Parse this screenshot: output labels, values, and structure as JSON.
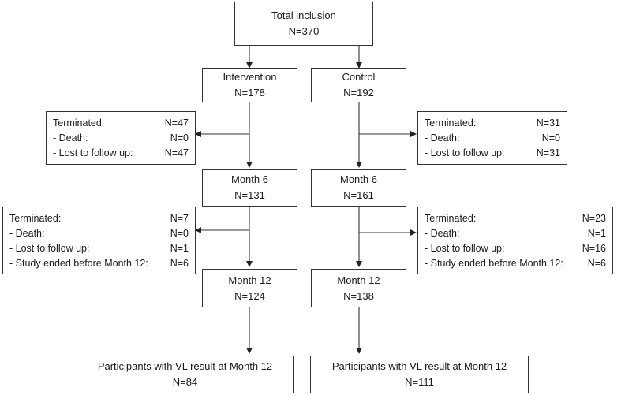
{
  "total": {
    "title": "Total inclusion",
    "n": "N=370"
  },
  "intervention": {
    "arm": {
      "title": "Intervention",
      "n": "N=178"
    },
    "term1": {
      "rows": [
        {
          "label": "Terminated:",
          "value": "N=47"
        },
        {
          "label": "- Death:",
          "value": "N=0"
        },
        {
          "label": "- Lost to follow up:",
          "value": "N=47"
        }
      ]
    },
    "m6": {
      "title": "Month 6",
      "n": "N=131"
    },
    "term2": {
      "rows": [
        {
          "label": "Terminated:",
          "value": "N=7"
        },
        {
          "label": "- Death:",
          "value": "N=0"
        },
        {
          "label": "- Lost to follow up:",
          "value": "N=1"
        },
        {
          "label": "- Study ended before Month 12:",
          "value": "N=6"
        }
      ]
    },
    "m12": {
      "title": "Month 12",
      "n": "N=124"
    },
    "vl": {
      "title": "Participants with VL result at Month 12",
      "n": "N=84"
    }
  },
  "control": {
    "arm": {
      "title": "Control",
      "n": "N=192"
    },
    "term1": {
      "rows": [
        {
          "label": "Terminated:",
          "value": "N=31"
        },
        {
          "label": "- Death:",
          "value": "N=0"
        },
        {
          "label": "- Lost to follow up:",
          "value": "N=31"
        }
      ]
    },
    "m6": {
      "title": "Month 6",
      "n": "N=161"
    },
    "term2": {
      "rows": [
        {
          "label": "Terminated:",
          "value": "N=23"
        },
        {
          "label": "- Death:",
          "value": "N=1"
        },
        {
          "label": "- Lost to follow up:",
          "value": "N=16"
        },
        {
          "label": "- Study ended before Month 12:",
          "value": "N=6"
        }
      ]
    },
    "m12": {
      "title": "Month 12",
      "n": "N=138"
    },
    "vl": {
      "title": "Participants with VL result at Month 12",
      "n": "N=111"
    }
  }
}
